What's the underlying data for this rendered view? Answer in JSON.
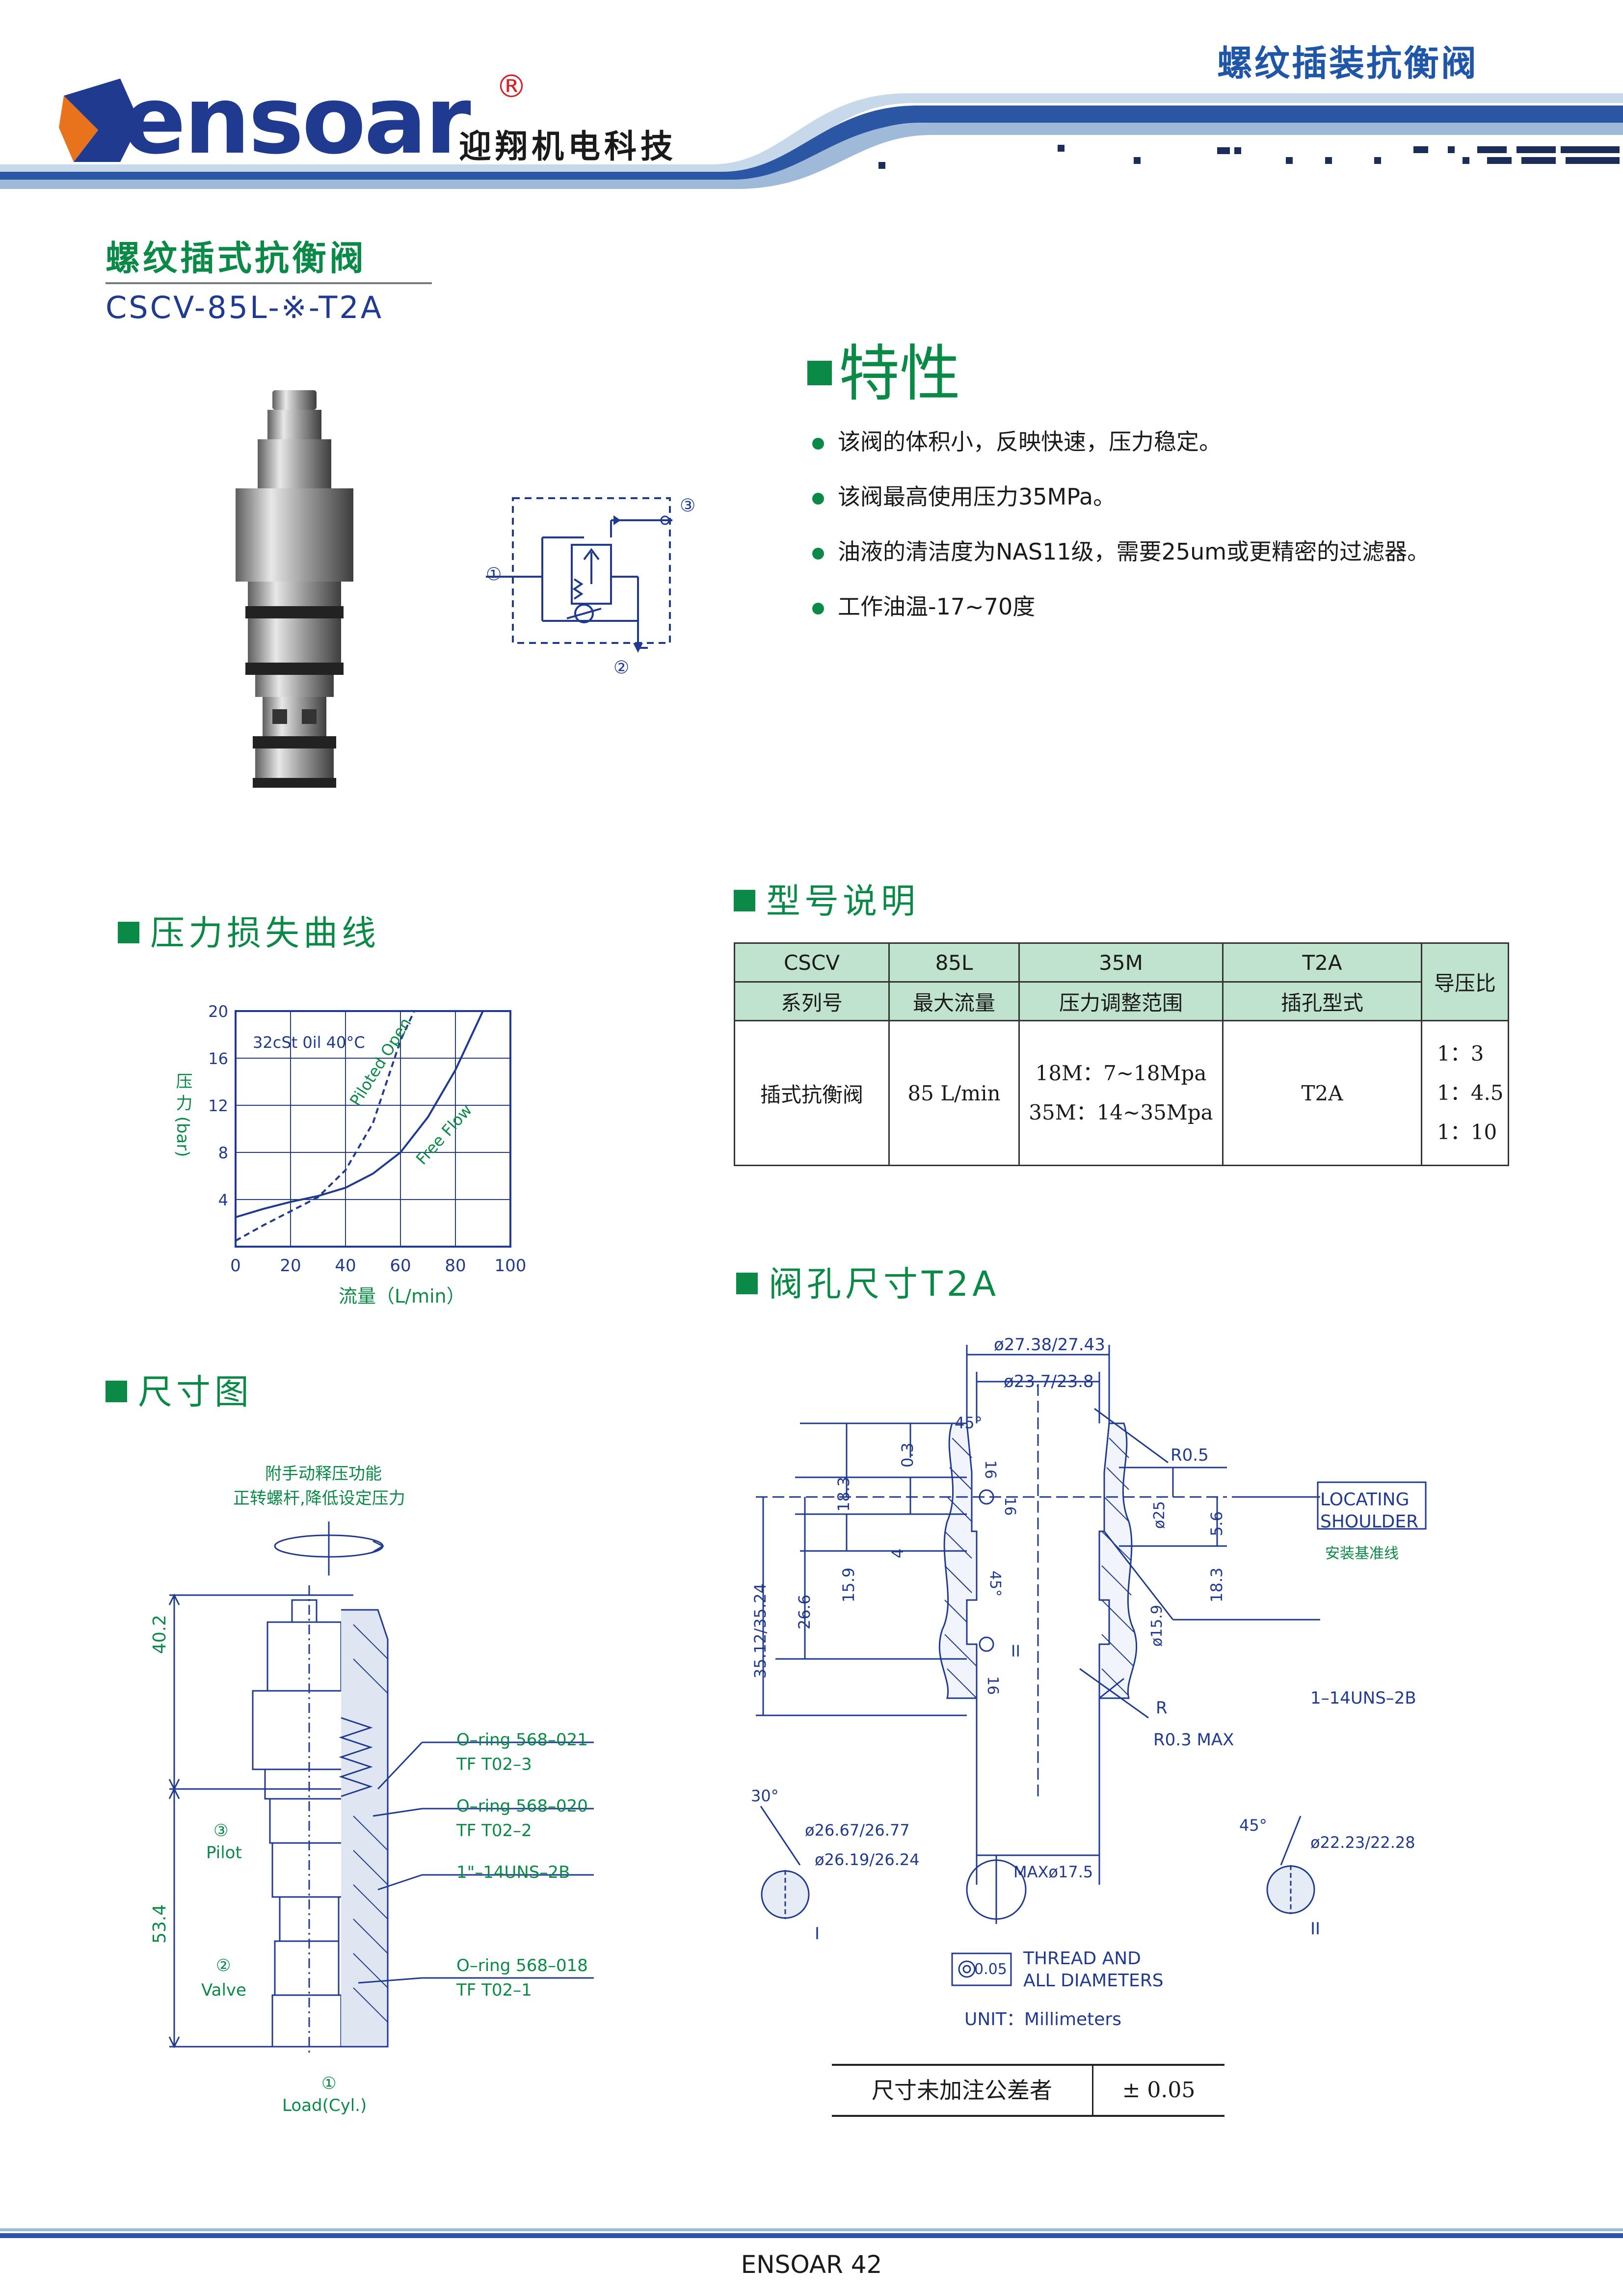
{
  "header": {
    "title": "螺纹插装抗衡阀",
    "logo_text": "ensoar",
    "logo_registered": "®",
    "company_cn": "迎翔机电科技"
  },
  "product": {
    "name_cn": "螺纹插式抗衡阀",
    "model": "CSCV-85L-※-T2A"
  },
  "symbol": {
    "port1": "①",
    "port2": "②",
    "port3": "③"
  },
  "features": {
    "title": "特性",
    "items": [
      "该阀的体积小，反映快速，压力稳定。",
      "该阀最高使用压力35MPa。",
      "油液的清洁度为NAS11级，需要25um或更精密的过滤器。",
      "工作油温-17~70度"
    ]
  },
  "pressure_curve": {
    "title": "压力损失曲线",
    "annotation": "32cSt 0il 40°C",
    "ylabel": "压 力 (bar)",
    "xlabel": "流量（L/min）",
    "curve1_label": "Piloted Open",
    "curve2_label": "Free Flow"
  },
  "chart_data": {
    "type": "line",
    "title": "压力损失曲线",
    "xlabel": "流量（L/min）",
    "ylabel": "压 力 (bar)",
    "xlim": [
      0,
      100
    ],
    "ylim": [
      0,
      20
    ],
    "xticks": [
      "0",
      "20",
      "40",
      "60",
      "80",
      "100"
    ],
    "yticks": [
      "4",
      "8",
      "12",
      "16",
      "20"
    ],
    "grid": true,
    "series": [
      {
        "name": "Piloted Open",
        "x": [
          0,
          10,
          20,
          30,
          40,
          50,
          55,
          60,
          65
        ],
        "y": [
          0.5,
          1.8,
          3.0,
          4.2,
          6.5,
          10.5,
          14.0,
          17.5,
          20
        ]
      },
      {
        "name": "Free Flow",
        "x": [
          0,
          10,
          20,
          30,
          40,
          50,
          60,
          70,
          80,
          90
        ],
        "y": [
          2.5,
          3.2,
          3.8,
          4.3,
          5.0,
          6.2,
          8.0,
          11.0,
          15.0,
          20
        ]
      }
    ]
  },
  "model_table": {
    "title": "型号说明",
    "h1": [
      "CSCV",
      "85L",
      "35M",
      "T2A"
    ],
    "h2": [
      "系列号",
      "最大流量",
      "压力调整范围",
      "插孔型式"
    ],
    "ratio_header": "导压比",
    "row": {
      "series": "插式抗衡阀",
      "flow": "85 L/min",
      "range1": "18M：7~18Mpa",
      "range2": "35M：14~35Mpa",
      "cavity": "T2A",
      "ratios": [
        "1：3",
        "1：4.5",
        "1：10"
      ]
    }
  },
  "dimension_drawing": {
    "title": "尺寸图",
    "note1": "附手动释压功能",
    "note2": "正转螺杆,降低设定压力",
    "dim_upper": "40.2",
    "dim_lower": "53.4",
    "pilot_num": "③",
    "pilot": "Pilot",
    "valve_num": "②",
    "valve": "Valve",
    "load_num": "①",
    "load": "Load(Cyl.)",
    "callouts": [
      {
        "line1": "O–ring 568–021",
        "line2": "TF T02–3"
      },
      {
        "line1": "O–ring 568–020",
        "line2": "TF T02–2"
      },
      {
        "line1": "1\"–14UNS–2B",
        "line2": ""
      },
      {
        "line1": "O–ring 568–018",
        "line2": "TF T02–1"
      }
    ]
  },
  "cavity": {
    "title": "阀孔尺寸T2A",
    "d_top1": "ø27.38/27.43",
    "d_top2": "ø23.7/23.8",
    "angle45a": "45°",
    "r05": "R0.5",
    "v03": "0.3",
    "v183a": "18.3",
    "v16a": "16",
    "v16b": "16",
    "ø25": "ø25",
    "v56": "5.6",
    "locating1": "LOCATING",
    "locating2": "SHOULDER",
    "locating_cn": "安装基准线",
    "v4": "4",
    "v159": "15.9",
    "v266": "26.6",
    "v3512": "35.12/35.24",
    "angle45b": "45°",
    "v183b": "18.3",
    "d159": "ø15.9",
    "thread": "1–14UNS–2B",
    "roman2": "II",
    "v16c": "16",
    "r": "R",
    "r03": "R0.3 MAX",
    "angle30": "30°",
    "d2667": "ø26.67/26.77",
    "d2619": "ø26.19/26.24",
    "max175": "MAXø17.5",
    "angle45c": "45°",
    "d2223": "ø22.23/22.28",
    "roman1a": "I",
    "roman1b": "I",
    "roman2b": "II",
    "tol_box": "0.05",
    "thread_and": "THREAD AND",
    "all_diam": "ALL DIAMETERS",
    "unit": "UNIT：Millimeters"
  },
  "tolerance": {
    "label": "尺寸未加注公差者",
    "value": "± 0.05"
  },
  "footer": {
    "text": "ENSOAR  42"
  }
}
